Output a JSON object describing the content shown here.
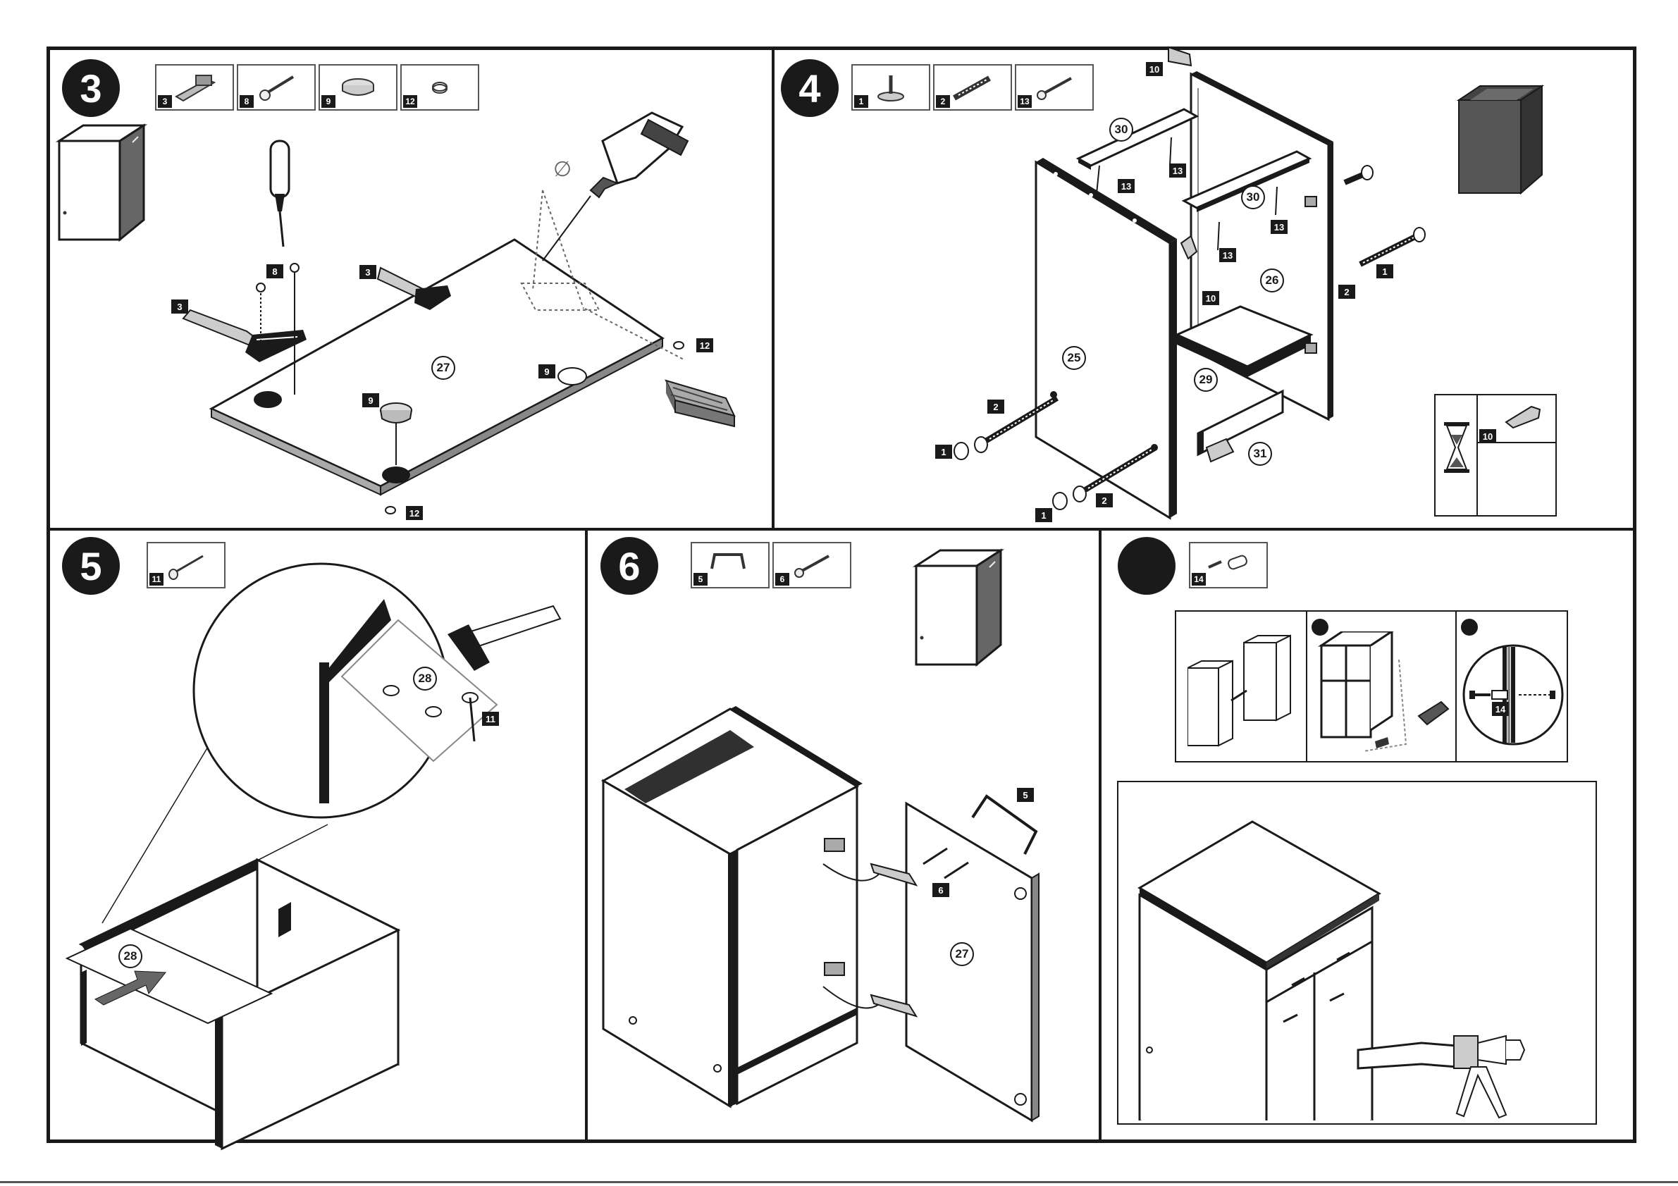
{
  "steps": [
    {
      "number": "3",
      "parts": [
        "3",
        "8",
        "9",
        "12"
      ],
      "labels": {
        "screw_a": "8",
        "hinge_left": "3",
        "hinge_right": "3",
        "cap": "9",
        "cap_hole": "9",
        "panel": "27",
        "bumper_top": "12",
        "bumper_bottom": "12",
        "drill_symbol": "∅"
      }
    },
    {
      "number": "4",
      "parts": [
        "1",
        "2",
        "13"
      ],
      "labels": {
        "glue_top": "10",
        "glue_mid": "10",
        "glue_legend": "10",
        "rail_left": "30",
        "rail_right": "30",
        "screw_13_a": "13",
        "screw_13_b": "13",
        "screw_13_c": "13",
        "screw_13_d": "13",
        "side_left": "25",
        "side_back": "26",
        "bottom": "29",
        "plinth": "31",
        "dowel_2_a": "2",
        "dowel_2_b": "2",
        "dowel_2_c": "2",
        "cap_1_a": "1",
        "cap_1_b": "1",
        "cap_1_c": "1"
      }
    },
    {
      "number": "5",
      "parts": [
        "11"
      ],
      "labels": {
        "back_panel_zoom": "28",
        "nail": "11",
        "back_panel": "28"
      }
    },
    {
      "number": "6",
      "parts": [
        "5",
        "6"
      ],
      "labels": {
        "handle": "5",
        "screw": "6",
        "door": "27"
      }
    },
    {
      "number": "",
      "parts": [
        "14"
      ],
      "labels": {
        "connector": "14"
      }
    }
  ],
  "icons": {
    "hourglass": "hourglass-icon",
    "glue": "glue-tube-icon",
    "drill": "drill-icon",
    "screwdriver": "screwdriver-icon",
    "hammer": "hammer-icon",
    "caulk_gun": "caulk-gun-icon"
  }
}
